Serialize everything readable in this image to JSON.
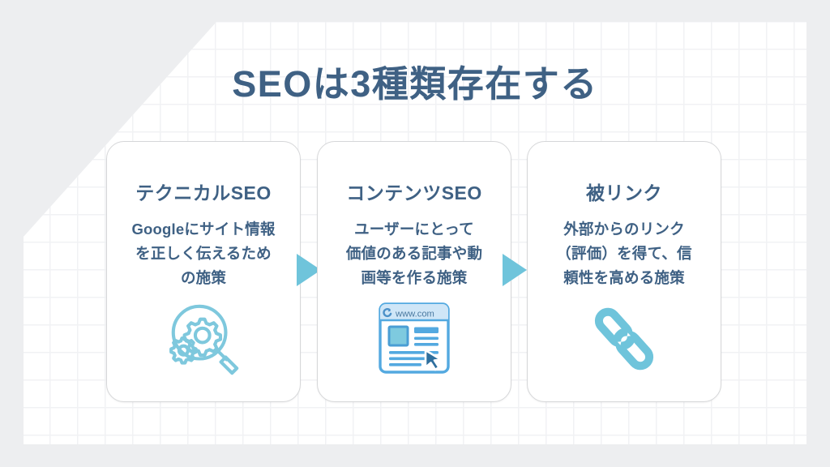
{
  "slide": {
    "title": "SEOは3種類存在する",
    "background_color": "#edeef0",
    "panel_color": "#ffffff",
    "grid_line_color": "#f1f2f4",
    "title_color": "#3f6184",
    "accent_color": "#6fc4db"
  },
  "cards": [
    {
      "title": "テクニカルSEO",
      "body": "Googleにサイト情報\nを正しく伝えるため\nの施策",
      "icon": "magnifier-gears-icon"
    },
    {
      "title": "コンテンツSEO",
      "body": "ユーザーにとって\n価値のある記事や動\n画等を作る施策",
      "icon": "browser-window-icon",
      "icon_url_text": "www.com"
    },
    {
      "title": "被リンク",
      "body": "外部からのリンク\n（評価）を得て、信\n頼性を高める施策",
      "icon": "chain-link-icon"
    }
  ],
  "arrows": [
    {
      "name": "arrow-card1-to-card2"
    },
    {
      "name": "arrow-card2-to-card3"
    }
  ]
}
